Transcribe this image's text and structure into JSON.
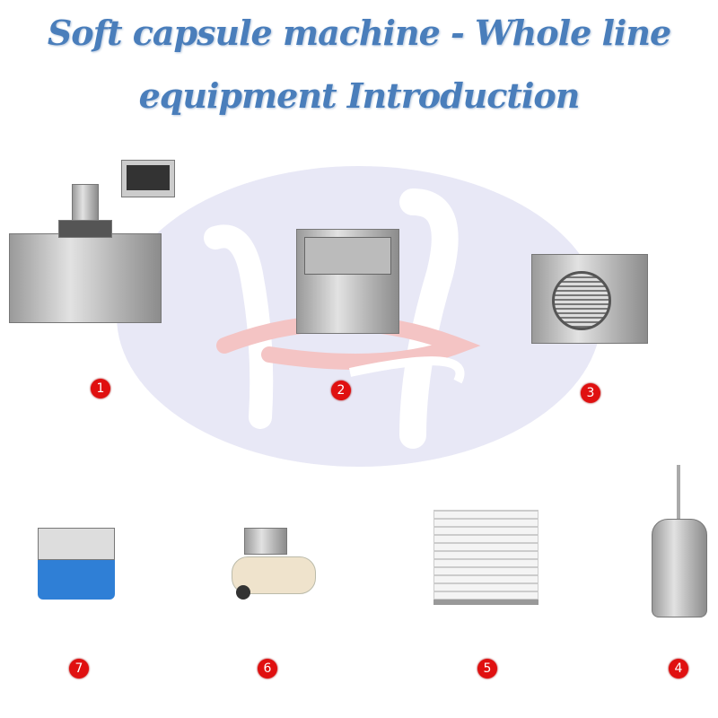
{
  "title": {
    "line1": "Soft capsule machine - Whole line",
    "line2": "equipment Introduction"
  },
  "colors": {
    "title": "#4a7ebb",
    "badge": "#e01010",
    "watermark": "#e8e8f6"
  },
  "equipment": [
    {
      "number": "1",
      "icon": "soft-capsule-encapsulation-machine"
    },
    {
      "number": "2",
      "icon": "tumble-dryer"
    },
    {
      "number": "3",
      "icon": "chiller-unit"
    },
    {
      "number": "4",
      "icon": "gelatin-melting-tank"
    },
    {
      "number": "5",
      "icon": "drying-tray-cart"
    },
    {
      "number": "6",
      "icon": "air-compressor"
    },
    {
      "number": "7",
      "icon": "vacuum-pump"
    }
  ]
}
